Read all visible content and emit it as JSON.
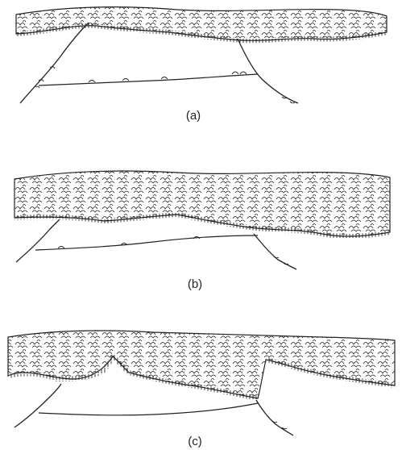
{
  "panels": [
    {
      "label": "(a)"
    },
    {
      "label": "(b)"
    },
    {
      "label": "(c)"
    }
  ],
  "colors": {
    "ink": "#222222",
    "background": "#ffffff"
  },
  "icons": {
    "canopy": "clumped-foliage-band",
    "trunk": "sloped-line-with-leaves",
    "ground": "ground-line-with-shrubs"
  }
}
